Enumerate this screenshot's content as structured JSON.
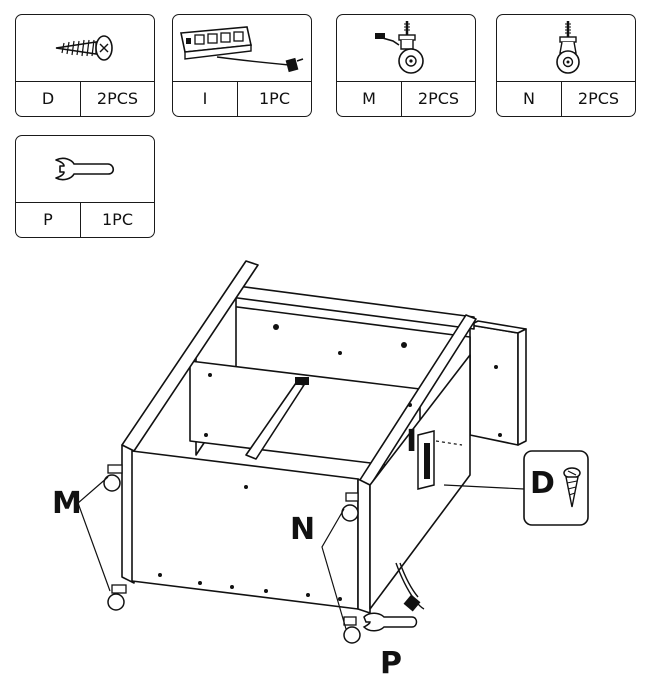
{
  "parts": [
    {
      "code": "D",
      "qty": "2PCS",
      "icon": "screw-icon"
    },
    {
      "code": "I",
      "qty": "1PC",
      "icon": "power-strip-icon"
    },
    {
      "code": "M",
      "qty": "2PCS",
      "icon": "brake-caster-icon"
    },
    {
      "code": "N",
      "qty": "2PCS",
      "icon": "caster-icon"
    },
    {
      "code": "P",
      "qty": "1PC",
      "icon": "wrench-icon"
    }
  ],
  "callouts": {
    "m": "M",
    "n": "N",
    "i": "I",
    "d": "D",
    "p": "P"
  }
}
